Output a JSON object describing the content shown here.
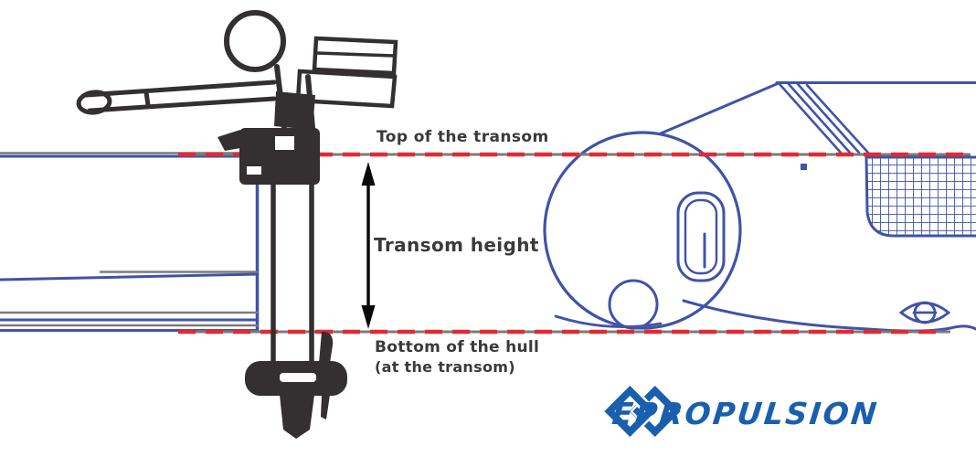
{
  "diagram": {
    "labels": {
      "top_reference_line": "Top of the transom",
      "measurement": "Transom height",
      "bottom_reference_line_1": "Bottom of the hull",
      "bottom_reference_line_2": "(at the transom)"
    },
    "colors": {
      "reference_line_red": "#e12b33",
      "reference_line_gray": "#7b7b7b",
      "boat_outline_blue": "#4053a6",
      "motor_dark": "#342f30",
      "arrow_black": "#0a0a0a",
      "logo_blue": "#1a5fad"
    }
  },
  "logo": {
    "brand": "EPROPULSION"
  }
}
